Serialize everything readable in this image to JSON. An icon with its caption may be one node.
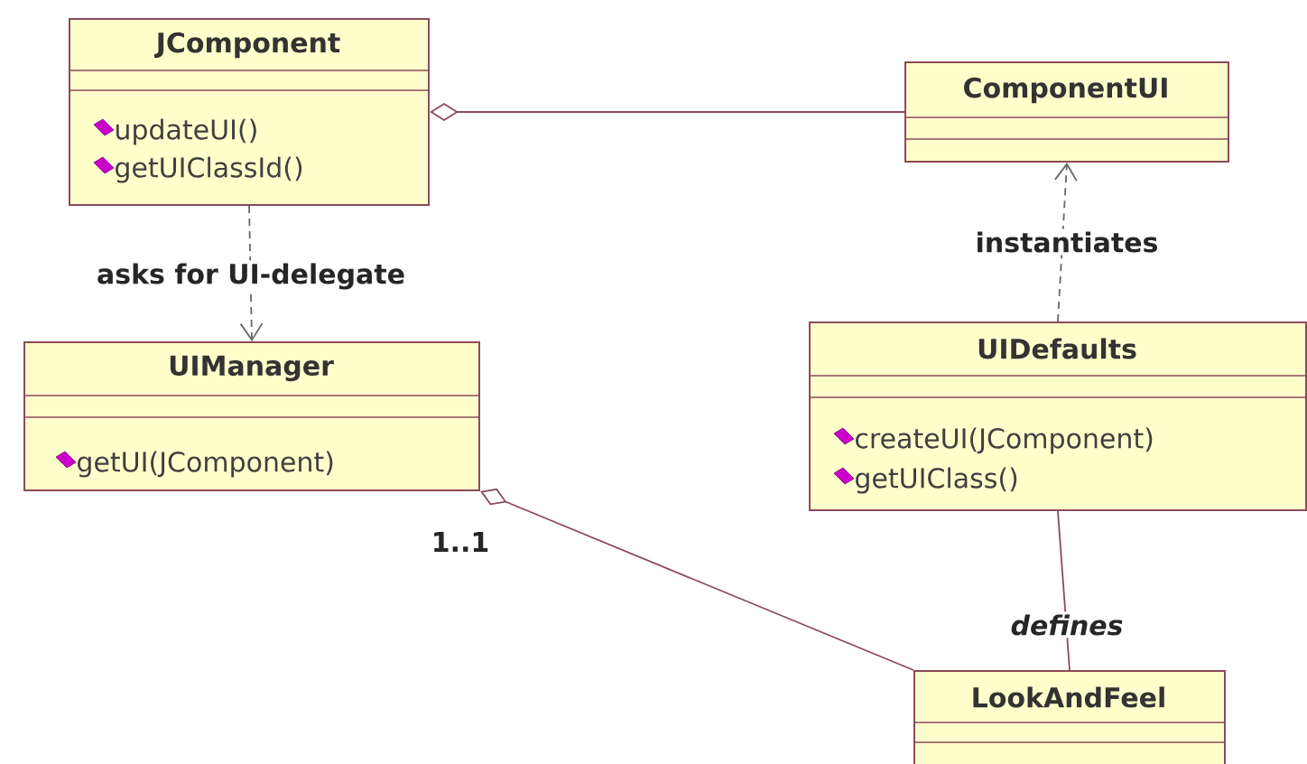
{
  "diagram": {
    "nodes": [
      {
        "text": [
          "JComponent",
          "updateUI()",
          "getUIClassId()"
        ]
      },
      {
        "text": [
          "ComponentUI"
        ]
      },
      {
        "text": [
          "UIManager",
          "getUI(JComponent)"
        ]
      },
      {
        "text": [
          "UIDefaults",
          "createUI(JComponent)",
          "getUIClass()"
        ]
      },
      {
        "text": [
          "LookAndFeel"
        ]
      }
    ],
    "edges": [
      {
        "from": 0,
        "to": 1,
        "arrow": "other"
      },
      {
        "from": 0,
        "to": 2,
        "arrow": "to",
        "label": "asks for UI-delegate",
        "style": "dashed",
        "color": "#666666"
      },
      {
        "from": 3,
        "to": 1,
        "arrow": "to",
        "label": "instantiates",
        "style": "dashed",
        "color": "#666666"
      },
      {
        "from": 2,
        "to": 4,
        "arrow": "other",
        "label": "1..1"
      },
      {
        "from": 3,
        "to": 4,
        "arrow": "none",
        "label": "defines"
      }
    ]
  }
}
